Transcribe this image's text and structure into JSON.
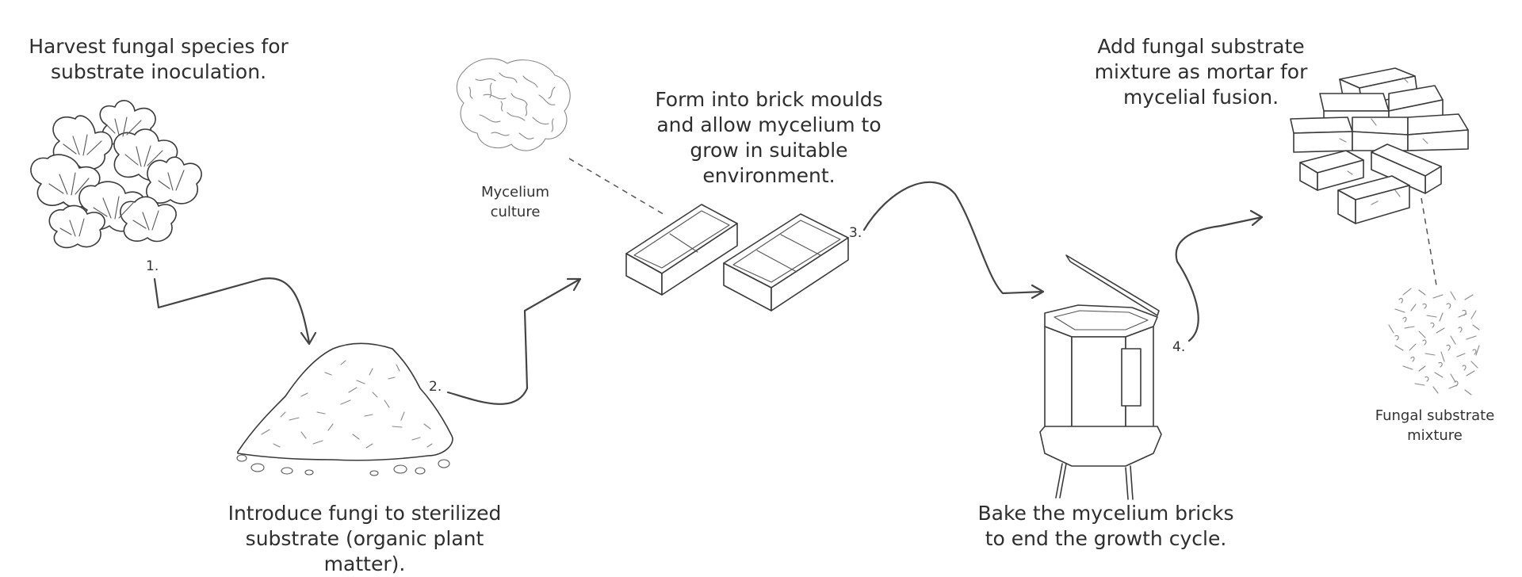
{
  "steps": [
    {
      "number": "1.",
      "caption": "Harvest fungal species for\nsubstrate inoculation.",
      "icon": "oyster-mushroom-cluster"
    },
    {
      "number": "2.",
      "caption": "Introduce fungi to sterilized\nsubstrate (organic plant matter).",
      "icon": "substrate-pile"
    },
    {
      "number": "3.",
      "caption": "Form into brick moulds\nand allow mycelium to\ngrow in suitable\nenvironment.",
      "icon": "brick-moulds"
    },
    {
      "number": "4.",
      "caption": "Bake the mycelium bricks\nto end the growth cycle.",
      "icon": "kiln-oven"
    },
    {
      "number": "",
      "caption": "Add fungal substrate\nmixture as mortar for\nmycelial fusion.",
      "icon": "stacked-bricks"
    }
  ],
  "labels": {
    "mycelium_culture": "Mycelium\nculture",
    "fungal_substrate_mixture": "Fungal substrate\nmixture"
  },
  "colors": {
    "line": "#3a3a3a",
    "text": "#2e2e2e",
    "background": "#ffffff"
  }
}
